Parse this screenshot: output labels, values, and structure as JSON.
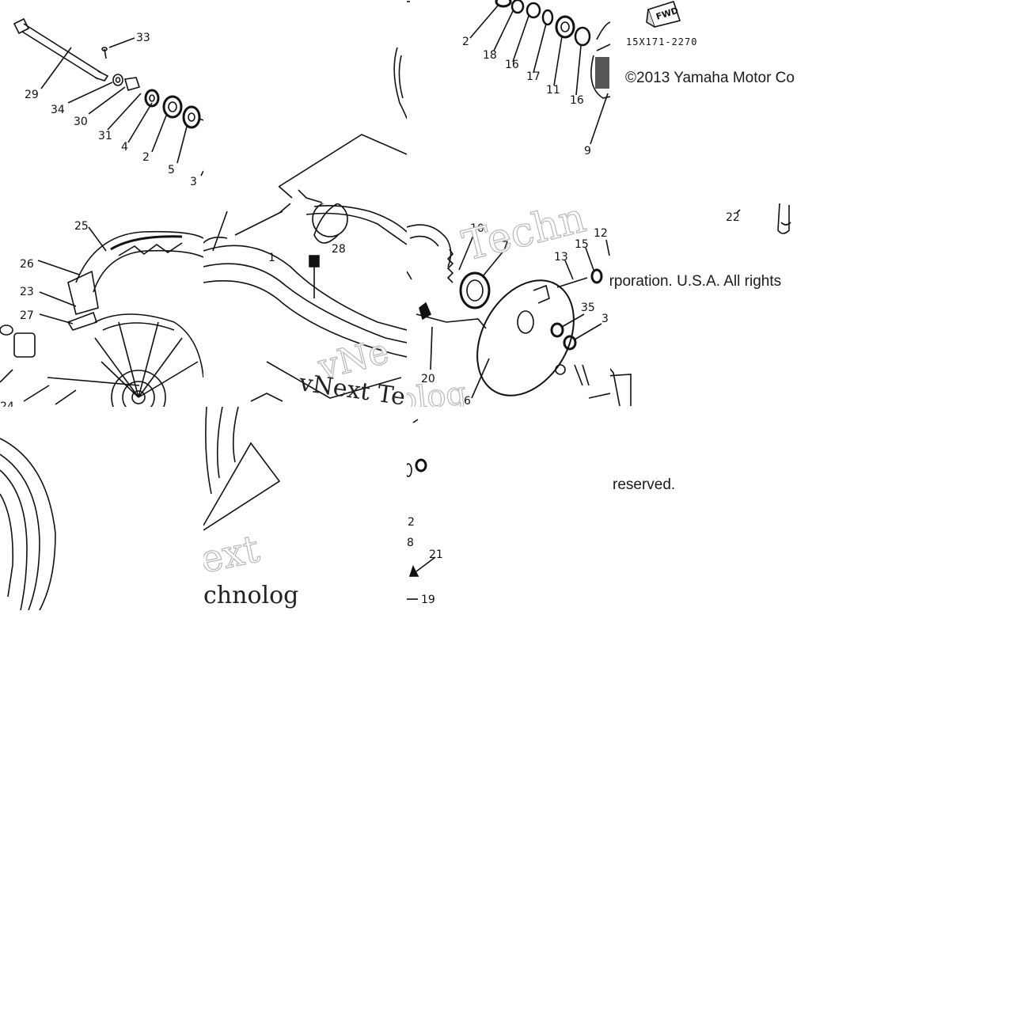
{
  "copyright": {
    "line1": "©2013 Yamaha Motor Co",
    "line2": "orporation. U.S.A. All rights",
    "line3": "reserved."
  },
  "part_number": "15X171-2270",
  "fwd_label": "FWD",
  "watermark": {
    "main": "vNext Te",
    "frag_a": "vNe",
    "frag_b": "Techn",
    "frag_c": "olog",
    "frag_d": "ext",
    "frag_e": "chnolog"
  },
  "callouts": {
    "c33": "33",
    "c29": "29",
    "c34": "34",
    "c30": "30",
    "c31": "31",
    "c4": "4",
    "c2a": "2",
    "c5": "5",
    "c3": "3",
    "c2b": "2",
    "c18": "18",
    "c16a": "16",
    "c17": "17",
    "c11": "11",
    "c16b": "16",
    "c9": "9",
    "c25": "25",
    "c26": "26",
    "c23": "23",
    "c27": "27",
    "c24": "24",
    "c1": "1",
    "c28": "28",
    "c10": "10",
    "c7": "7",
    "c13": "13",
    "c15": "15",
    "c12a": "12",
    "c35": "35",
    "c3b": "3",
    "c20": "20",
    "c6": "6",
    "c22": "22",
    "c12b": "2",
    "c8": "8",
    "c21": "21",
    "c19": "19"
  }
}
